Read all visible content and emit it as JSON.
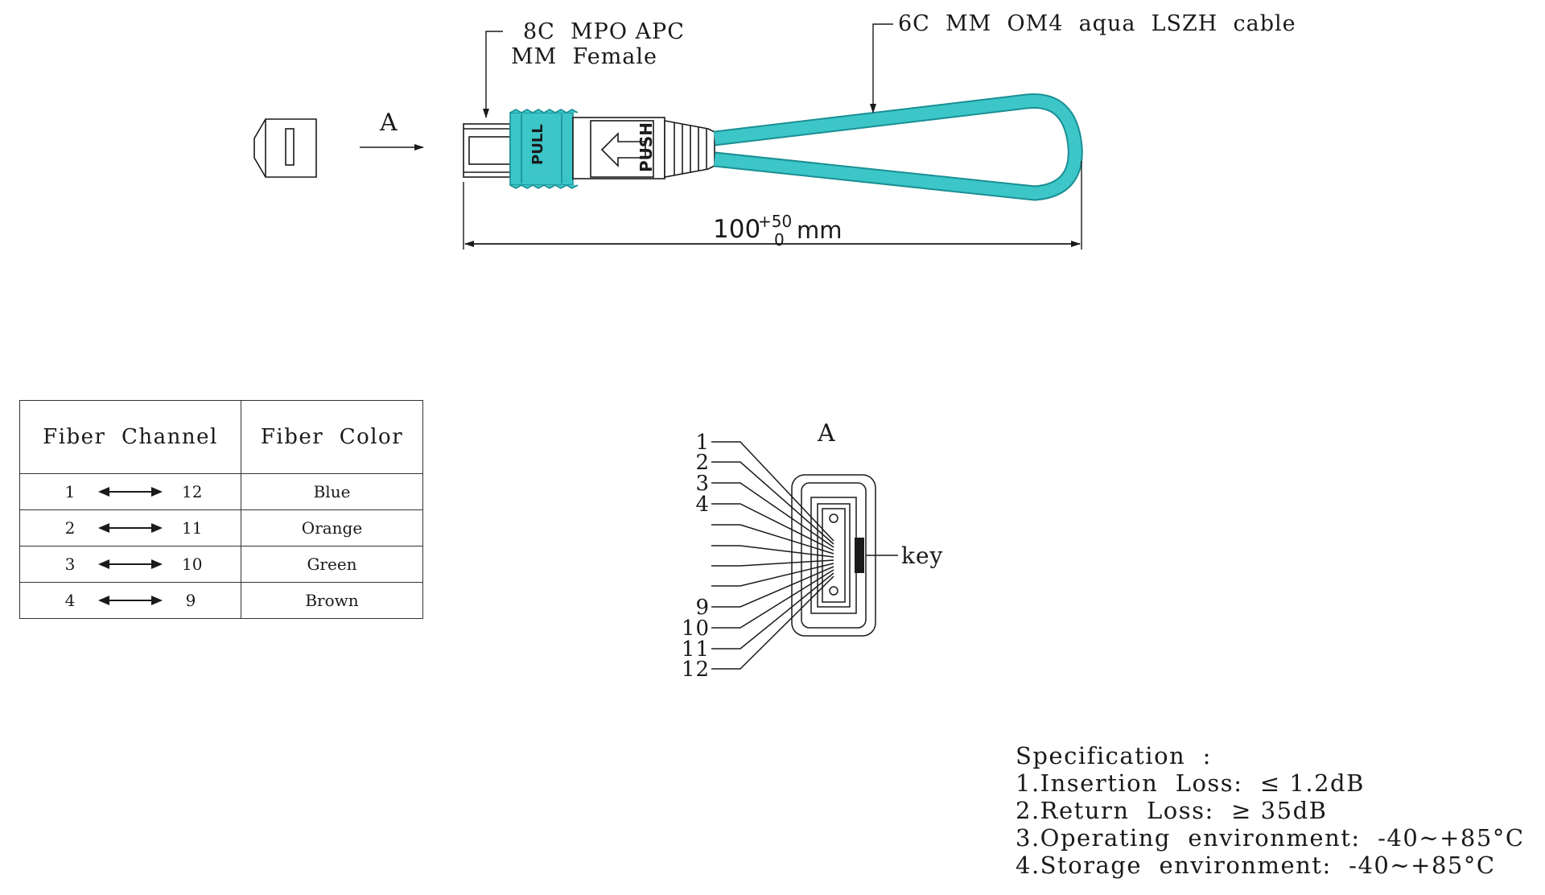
{
  "connector": {
    "label_line1": "8C  MPO APC",
    "label_line2": "MM  Female",
    "pull_text": "PULL",
    "push_text": "PUSH",
    "cable_color": "#3cc6c8",
    "cable_edge": "#1a8f93"
  },
  "cable": {
    "label": "6C  MM  OM4  aqua  LSZH  cable"
  },
  "view_marker": "A",
  "dimension": {
    "nominal": "100",
    "upper_tol": "+50",
    "lower_tol": "0",
    "unit": "mm"
  },
  "table": {
    "headers": [
      "Fiber  Channel",
      "Fiber  Color"
    ],
    "rows": [
      {
        "from": "1",
        "to": "12",
        "color": "Blue"
      },
      {
        "from": "2",
        "to": "11",
        "color": "Orange"
      },
      {
        "from": "3",
        "to": "10",
        "color": "Green"
      },
      {
        "from": "4",
        "to": "9",
        "color": "Brown"
      }
    ]
  },
  "end_view": {
    "title": "A",
    "pins_top": [
      "1",
      "2",
      "3",
      "4"
    ],
    "pins_bottom": [
      "9",
      "10",
      "11",
      "12"
    ],
    "key_label": "key"
  },
  "spec": {
    "title": "Specification  :",
    "items": [
      "1.Insertion  Loss:  ≤ 1.2dB",
      "2.Return  Loss:  ≥ 35dB",
      "3.Operating  environment:  -40∼+85°C",
      "4.Storage  environment:  -40∼+85°C"
    ]
  }
}
